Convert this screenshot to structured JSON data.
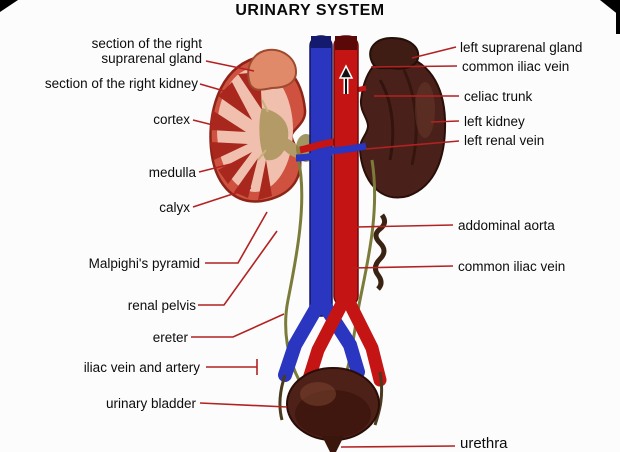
{
  "title": "URINARY SYSTEM",
  "left_labels": [
    {
      "text": "section of the right\nsuprarenal gland"
    },
    {
      "text": "section of the right kidney"
    },
    {
      "text": "cortex"
    },
    {
      "text": "medulla"
    },
    {
      "text": "calyx"
    },
    {
      "text": "Malpighi's pyramid"
    },
    {
      "text": "renal pelvis"
    },
    {
      "text": "ereter"
    },
    {
      "text": "iliac vein and artery"
    },
    {
      "text": "urinary bladder"
    }
  ],
  "right_labels": [
    {
      "text": "left suprarenal gland"
    },
    {
      "text": "common iliac vein"
    },
    {
      "text": "celiac trunk"
    },
    {
      "text": "left kidney"
    },
    {
      "text": "left renal vein"
    },
    {
      "text": "addominal aorta"
    },
    {
      "text": "common iliac vein"
    },
    {
      "text": "urethra"
    }
  ],
  "colors": {
    "aorta": "#c41414",
    "vena_cava": "#2a35c0",
    "leader_line": "#b22222",
    "right_kidney": "#cf5240",
    "right_kidney_inner": "#f0bfae",
    "pyramid": "#a8281e",
    "pelvis": "#b49a66",
    "right_gland": "#e08a6a",
    "left_kidney": "#4a211a",
    "left_gland": "#3f1d15",
    "ureter": "#7b7b3a",
    "bladder": "#4e2118"
  }
}
